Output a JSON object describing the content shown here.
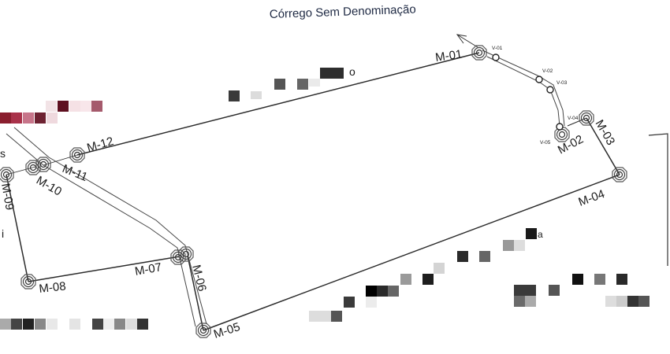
{
  "map": {
    "stream_label": "Córrego Sem Denominação",
    "left_partial_labels": {
      "s": "s",
      "i": "i"
    },
    "upper_partial_label": "o",
    "right_partial_label": "a",
    "markers": [
      {
        "id": "M-01",
        "label": "M-01"
      },
      {
        "id": "M-02",
        "label": "M-02"
      },
      {
        "id": "M-03",
        "label": "M-03"
      },
      {
        "id": "M-04",
        "label": "M-04"
      },
      {
        "id": "M-05",
        "label": "M-05"
      },
      {
        "id": "M-06",
        "label": "M-06"
      },
      {
        "id": "M-07",
        "label": "M-07"
      },
      {
        "id": "M-08",
        "label": "M-08"
      },
      {
        "id": "M-09",
        "label": "M-09"
      },
      {
        "id": "M-10",
        "label": "M-10"
      },
      {
        "id": "M-11",
        "label": "M-11"
      },
      {
        "id": "M-12",
        "label": "M-12"
      }
    ],
    "vertices": [
      {
        "id": "V-01",
        "label": "V-01"
      },
      {
        "id": "V-02",
        "label": "V-02"
      },
      {
        "id": "V-03",
        "label": "V-03"
      },
      {
        "id": "V-04",
        "label": "V-04"
      },
      {
        "id": "V-05",
        "label": "V-05"
      }
    ],
    "colors": {
      "line": "#2b2b2b",
      "title": "#1f2a44",
      "redacted_red": "#8a1e2e"
    }
  }
}
